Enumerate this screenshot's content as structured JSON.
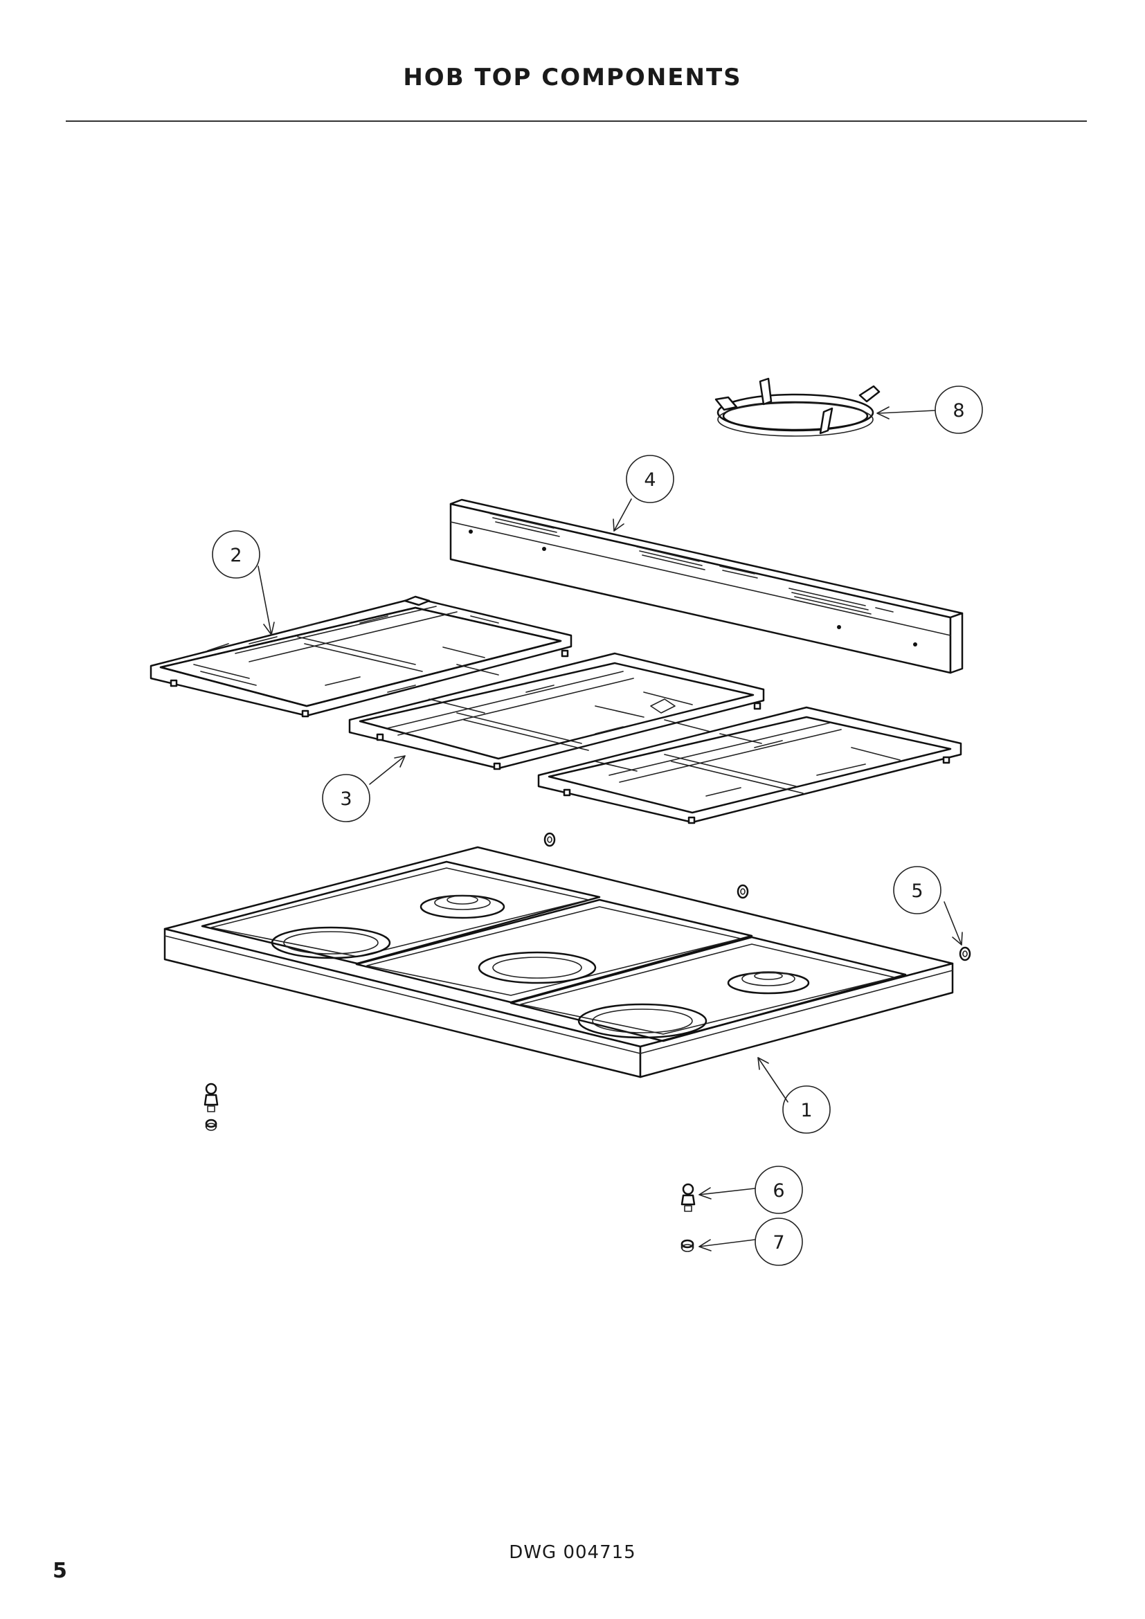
{
  "page": {
    "title": "HOB TOP COMPONENTS",
    "drawing_number": "DWG 004715",
    "page_number": "5"
  },
  "callouts": [
    {
      "id": "callout-1",
      "label": "1"
    },
    {
      "id": "callout-2",
      "label": "2"
    },
    {
      "id": "callout-3",
      "label": "3"
    },
    {
      "id": "callout-4",
      "label": "4"
    },
    {
      "id": "callout-5",
      "label": "5"
    },
    {
      "id": "callout-6",
      "label": "6"
    },
    {
      "id": "callout-7",
      "label": "7"
    },
    {
      "id": "callout-8",
      "label": "8"
    }
  ]
}
